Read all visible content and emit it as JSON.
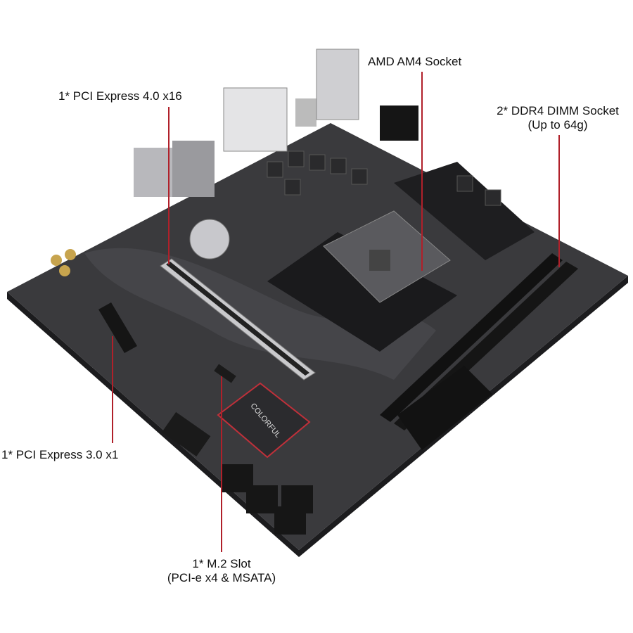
{
  "callouts": {
    "pcie16": "1* PCI Express 4.0 x16",
    "socket": "AMD AM4 Socket",
    "dimm_line1": "2* DDR4 DIMM Socket",
    "dimm_line2": "(Up to 64g)",
    "pcie1": "1* PCI Express 3.0 x1",
    "m2_line1": "1* M.2 Slot",
    "m2_line2": "(PCI-e x4 & MSATA)"
  },
  "board": {
    "chipset_logo": "COLORFUL"
  },
  "colors": {
    "board": "#3a3a3d",
    "callout_line": "#b0202a",
    "slot_silver": "#c9c9cc",
    "accent_red": "#c0303a"
  }
}
